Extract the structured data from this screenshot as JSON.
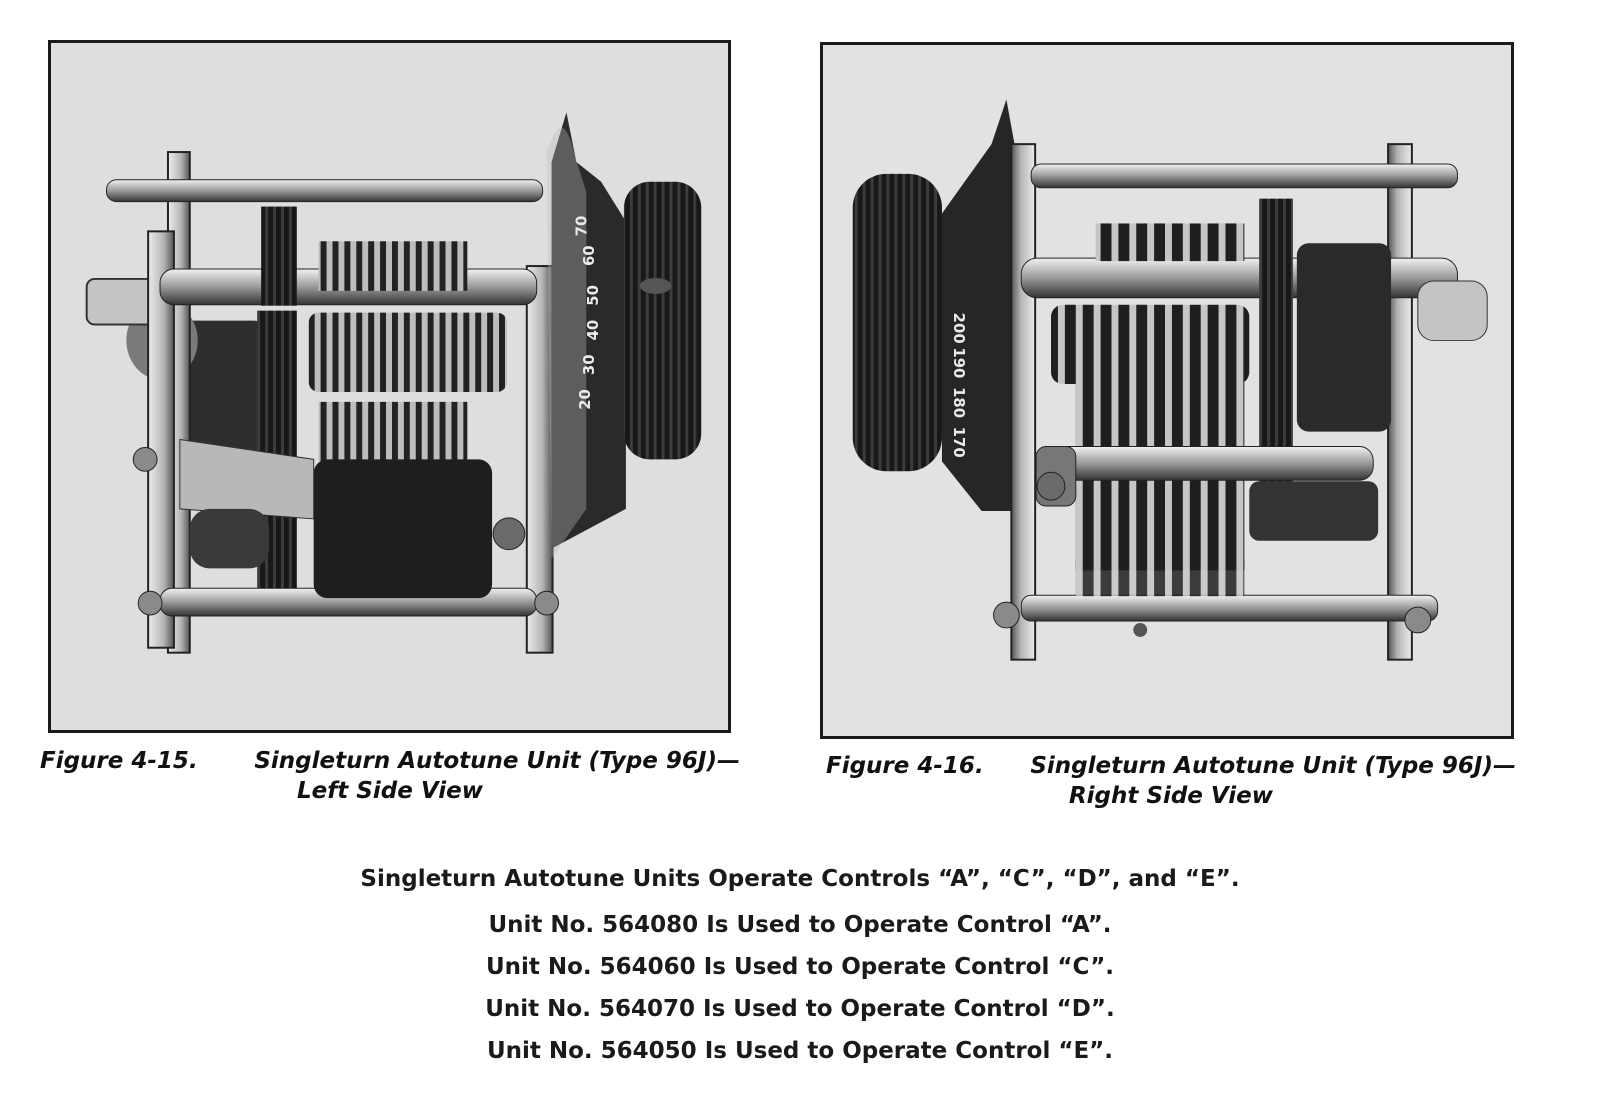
{
  "figures": [
    {
      "number": "Figure 4-15.",
      "title": "Singleturn Autotune Unit (Type 96J)—",
      "view": "Left Side View",
      "dial_numbers": [
        "70",
        "60",
        "50",
        "40",
        "30",
        "20"
      ]
    },
    {
      "number": "Figure 4-16.",
      "title": "Singleturn Autotune Unit (Type 96J)—",
      "view": "Right Side View",
      "dial_numbers": [
        "200",
        "190",
        "180",
        "170"
      ]
    }
  ],
  "notes": {
    "headline": "Singleturn Autotune Units Operate Controls “A”, “C”, “D”, and “E”.",
    "units": [
      "Unit No. 564080 Is Used to Operate Control “A”.",
      "Unit No. 564060 Is Used to Operate Control “C”.",
      "Unit No. 564070 Is Used to Operate Control “D”.",
      "Unit No. 564050 Is Used to Operate Control “E”."
    ]
  }
}
